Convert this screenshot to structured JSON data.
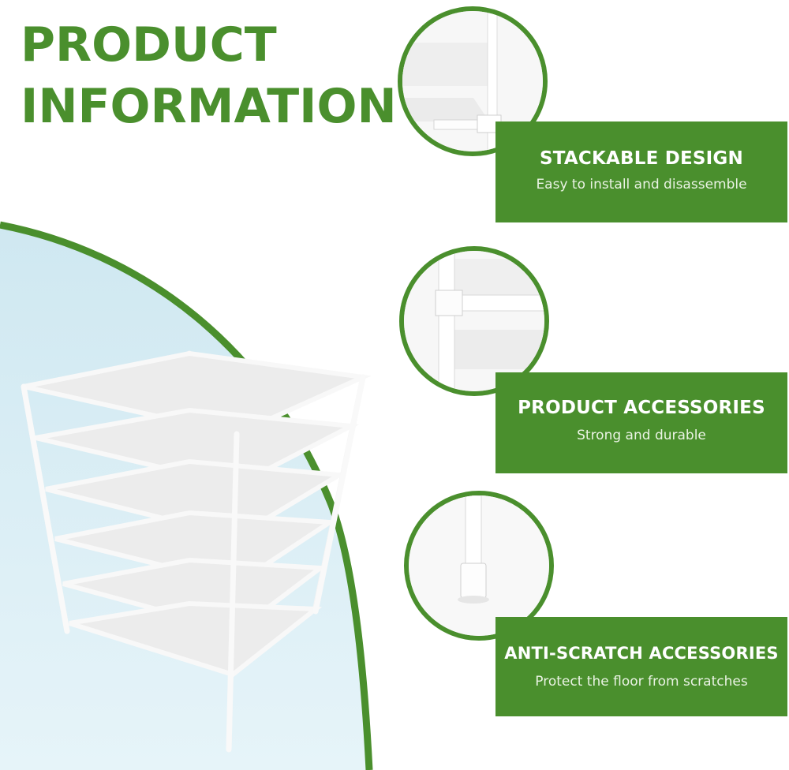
{
  "headline": {
    "line1": "PRODUCT",
    "line2": "INFORMATION"
  },
  "features": [
    {
      "title": "STACKABLE DESIGN",
      "subtitle": "Easy to install and disassemble",
      "icon": "corner-connector-detail"
    },
    {
      "title": "PRODUCT ACCESSORIES",
      "subtitle": "Strong and durable",
      "icon": "t-joint-connector-detail"
    },
    {
      "title": "ANTI-SCRATCH ACCESSORIES",
      "subtitle": "Protect the floor from scratches",
      "icon": "foot-cap-detail"
    }
  ],
  "colors": {
    "brand_green": "#4a8f2d",
    "light_blue": "#d9eef5",
    "white": "#ffffff"
  }
}
